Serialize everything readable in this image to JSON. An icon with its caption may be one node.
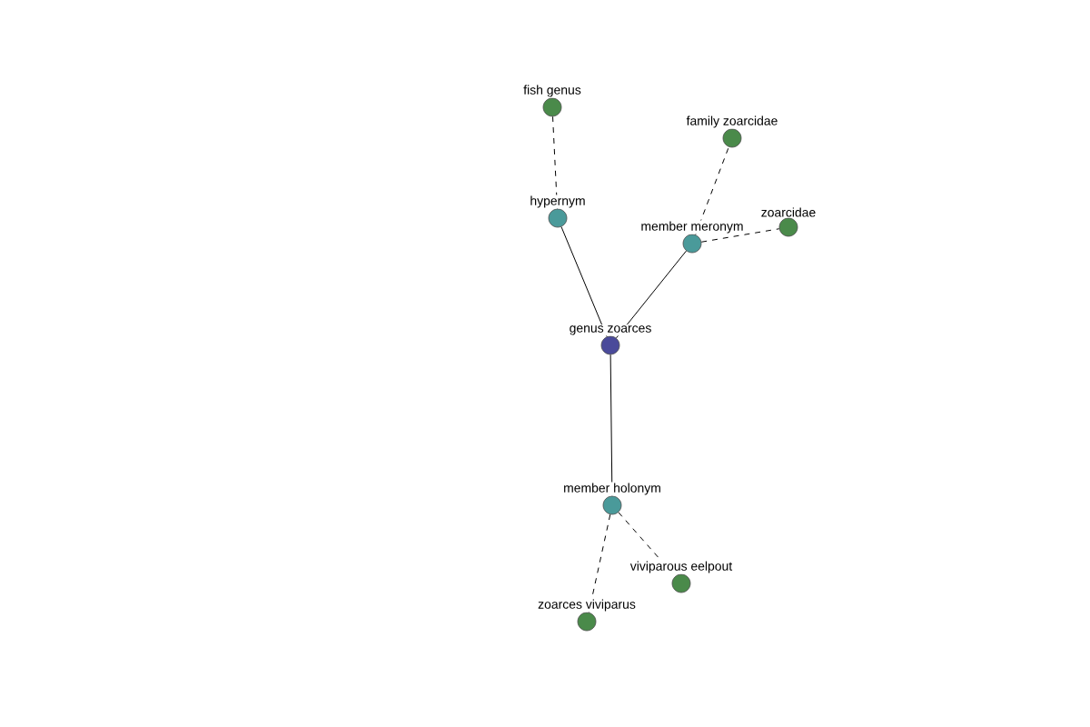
{
  "diagram": {
    "nodes": [
      {
        "text": [
          "genus zoarces"
        ]
      },
      {
        "text": [
          "hypernym"
        ]
      },
      {
        "text": [
          "member meronym"
        ]
      },
      {
        "text": [
          "member holonym"
        ]
      },
      {
        "text": [
          "fish genus"
        ]
      },
      {
        "text": [
          "family zoarcidae"
        ]
      },
      {
        "text": [
          "zoarcidae"
        ]
      },
      {
        "text": [
          "viviparous eelpout"
        ]
      },
      {
        "text": [
          "zoarces viviparus"
        ]
      }
    ],
    "edges": [
      {
        "from": 0,
        "to": 1,
        "arrow": "none"
      },
      {
        "from": 0,
        "to": 2,
        "arrow": "none"
      },
      {
        "from": 0,
        "to": 3,
        "arrow": "none"
      },
      {
        "from": 1,
        "to": 4,
        "arrow": "none",
        "style": "dashed"
      },
      {
        "from": 2,
        "to": 5,
        "arrow": "none",
        "style": "dashed"
      },
      {
        "from": 2,
        "to": 6,
        "arrow": "none",
        "style": "dashed"
      },
      {
        "from": 3,
        "to": 7,
        "arrow": "none",
        "style": "dashed"
      },
      {
        "from": 3,
        "to": 8,
        "arrow": "none",
        "style": "dashed"
      }
    ]
  }
}
